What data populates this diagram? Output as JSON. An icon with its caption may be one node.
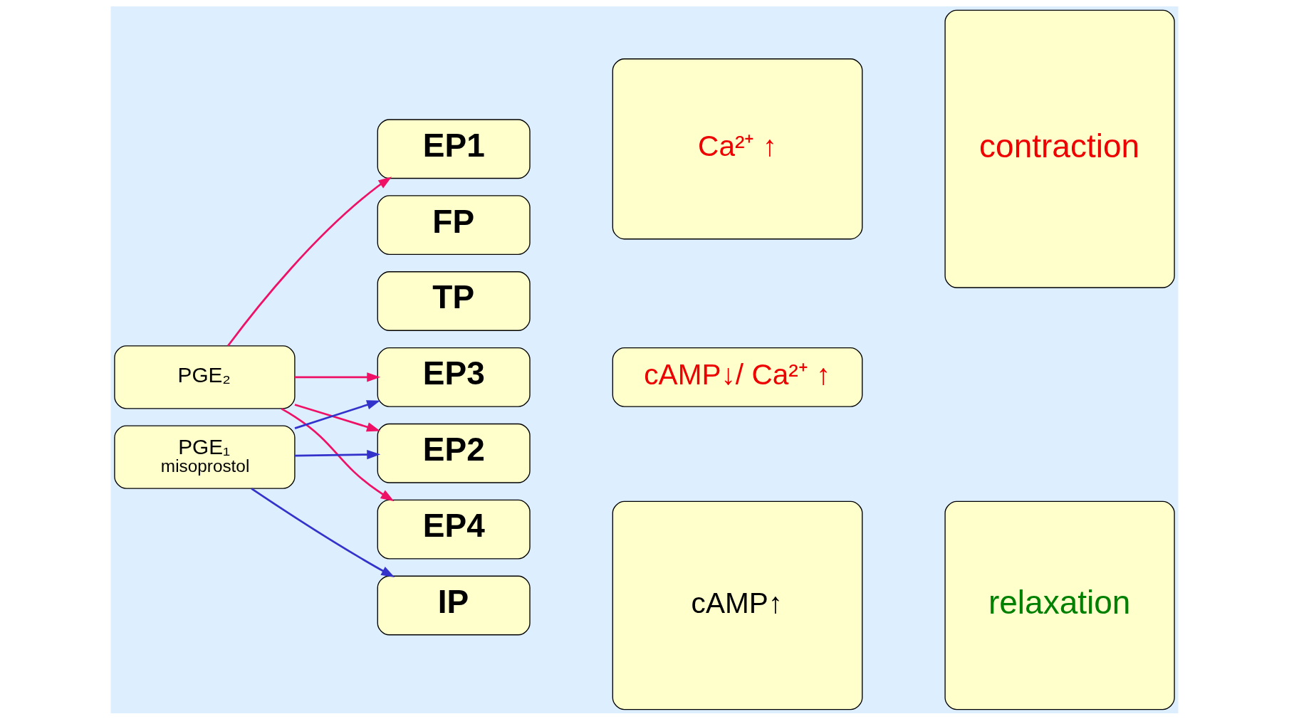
{
  "diagram": {
    "nodes": [
      {
        "text": [
          "PGE₂"
        ]
      },
      {
        "text": [
          "PGE₁",
          "misoprostol"
        ]
      },
      {
        "text": [
          "EP1"
        ]
      },
      {
        "text": [
          "FP"
        ]
      },
      {
        "text": [
          "TP"
        ]
      },
      {
        "text": [
          "EP3"
        ]
      },
      {
        "text": [
          "EP2"
        ]
      },
      {
        "text": [
          "EP4"
        ]
      },
      {
        "text": [
          "IP"
        ]
      },
      {
        "text": [
          "Ca²⁺ ↑"
        ]
      },
      {
        "text": [
          "cAMP↓/ Ca²⁺ ↑"
        ]
      },
      {
        "text": [
          "cAMP↑"
        ]
      },
      {
        "text": [
          "contraction"
        ]
      },
      {
        "text": [
          "relaxation"
        ]
      }
    ],
    "edges": [
      {
        "from": 0,
        "to": 2,
        "arrow": "to"
      },
      {
        "from": 0,
        "to": 5,
        "arrow": "to"
      },
      {
        "from": 0,
        "to": 6,
        "arrow": "to"
      },
      {
        "from": 0,
        "to": 7,
        "arrow": "to"
      },
      {
        "from": 1,
        "to": 5,
        "arrow": "to",
        "color": "#3333cc"
      },
      {
        "from": 1,
        "to": 6,
        "arrow": "to",
        "color": "#3333cc"
      },
      {
        "from": 1,
        "to": 8,
        "arrow": "to",
        "color": "#3333cc"
      }
    ]
  }
}
